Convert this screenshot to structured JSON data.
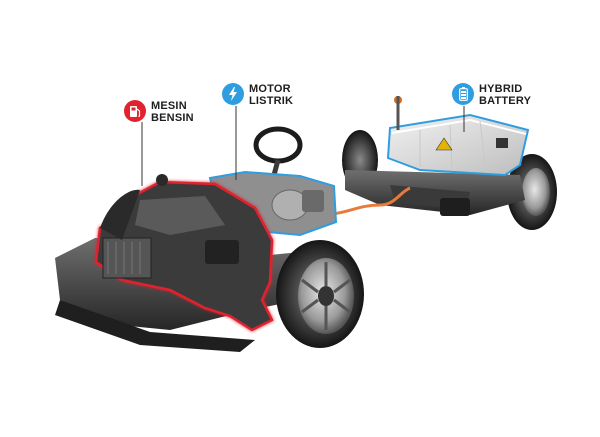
{
  "colors": {
    "engine_accent": "#e0232f",
    "motor_accent": "#2f9ee0",
    "battery_accent": "#2f9ee0",
    "body": "#2b2b2b"
  },
  "labels": {
    "engine": {
      "line1": "MESIN",
      "line2": "BENSIN",
      "icon": "fuel-pump-icon"
    },
    "motor": {
      "line1": "MOTOR",
      "line2": "LISTRIK",
      "icon": "lightning-bolt-icon"
    },
    "battery": {
      "line1": "HYBRID",
      "line2": "BATTERY",
      "icon": "battery-icon"
    }
  }
}
